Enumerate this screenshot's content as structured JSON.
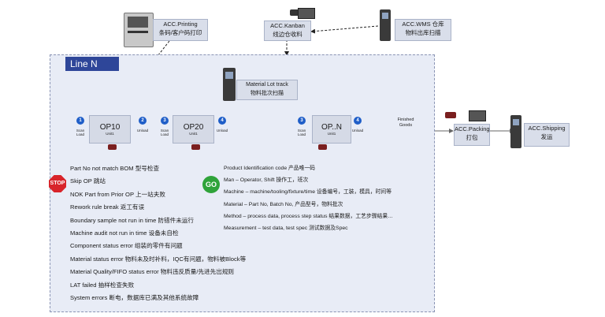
{
  "callouts": {
    "printing": [
      "ACC.Printing",
      "条码/客户码打印"
    ],
    "kanban": [
      "ACC.Kanban",
      "线边仓收料"
    ],
    "wms": [
      "ACC.WMS 仓库",
      "物料出库扫描"
    ],
    "material_lot": [
      "Material Lot track",
      "物料批次扫描"
    ],
    "packing": [
      "ACC.Packing",
      "打包"
    ],
    "shipping": [
      "ACC.Shipping",
      "发运"
    ]
  },
  "line": {
    "title": "Line N"
  },
  "stations": [
    {
      "name": "OP10",
      "sub": "Unit1"
    },
    {
      "name": "OP20",
      "sub": "Unit1"
    },
    {
      "name": "OP..N",
      "sub": "Unit1"
    }
  ],
  "steps": [
    {
      "num": "1",
      "label": [
        "Scan",
        "Load"
      ]
    },
    {
      "num": "2",
      "label": [
        "Unload"
      ]
    },
    {
      "num": "3",
      "label": [
        "Scan",
        "Load"
      ]
    },
    {
      "num": "4",
      "label": [
        "Unload"
      ]
    },
    {
      "num": "3",
      "label": [
        "Scan",
        "Load"
      ]
    },
    {
      "num": "4",
      "label": [
        "Unload"
      ]
    }
  ],
  "finished_goods": [
    "Finished",
    "Goods"
  ],
  "stop": {
    "sign": "STOP",
    "items": [
      "Part No not match BOM 型号检查",
      "Skip OP 跳站",
      "NOK Part from Prior OP 上一站夫败",
      "Rework rule break 返工有误",
      "Boundary sample not run in time 防错件未运行",
      "Machine audit not run in time 设备未自检",
      "Component status error 组装的零件有问题",
      "Material status error 物料未及时补料，IQC有问题，物料被Block等",
      "Material Quality/FIFO status error 物料违反质量/先进先出规则",
      "LAT failed 抽样检查失败",
      "System errors 断电，数据库已满及其他系统故障"
    ]
  },
  "go": {
    "sign": "GO",
    "items": [
      "Product Identification code 产品唯一码",
      "Man – Operator, Shift 操作工，班次",
      "Machine – machine/tooling/fixture/time 设备编号，工装，模具，时间等",
      "Material – Part No, Batch No, 产品型号，物料批次",
      "Method – process data, process step status 结果数据，工艺步骤结果…",
      "Measurement – test data, test spec 测试数据及Spec"
    ]
  },
  "colors": {
    "line_bar": "#2e4699",
    "badge": "#1f5ec8",
    "stop": "#d8242a",
    "go": "#2fa33a",
    "dashed": "#c0392b"
  }
}
